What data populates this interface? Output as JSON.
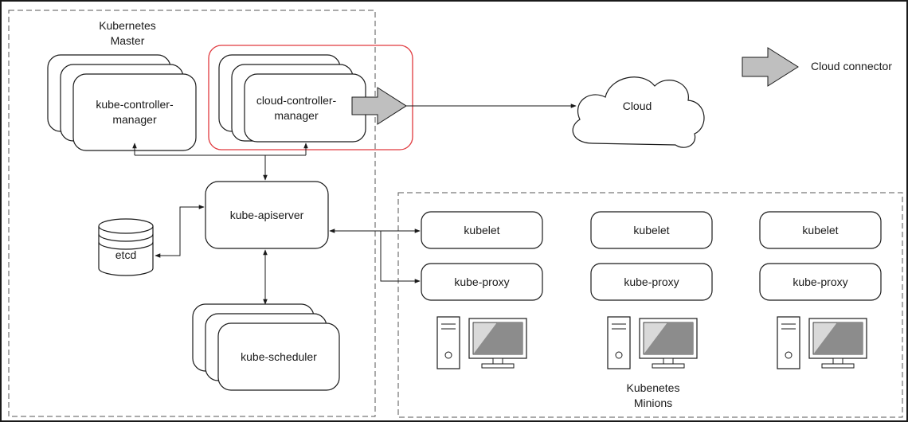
{
  "master": {
    "label": "Kubernetes\nMaster",
    "kube_controller_manager": "kube-controller-\nmanager",
    "cloud_controller_manager": "cloud-controller-\nmanager",
    "kube_apiserver": "kube-apiserver",
    "etcd": "etcd",
    "kube_scheduler": "kube-scheduler"
  },
  "cloud": {
    "label": "Cloud"
  },
  "legend": {
    "label": "Cloud connector"
  },
  "minions": {
    "label": "Kubenetes\nMinions",
    "nodes": [
      {
        "kubelet": "kubelet",
        "proxy": "kube-proxy"
      },
      {
        "kubelet": "kubelet",
        "proxy": "kube-proxy"
      },
      {
        "kubelet": "kubelet",
        "proxy": "kube-proxy"
      }
    ]
  },
  "colors": {
    "highlight": "#e0393e",
    "connector_fill": "#bfbfbf",
    "stroke": "#1a1a1a"
  }
}
